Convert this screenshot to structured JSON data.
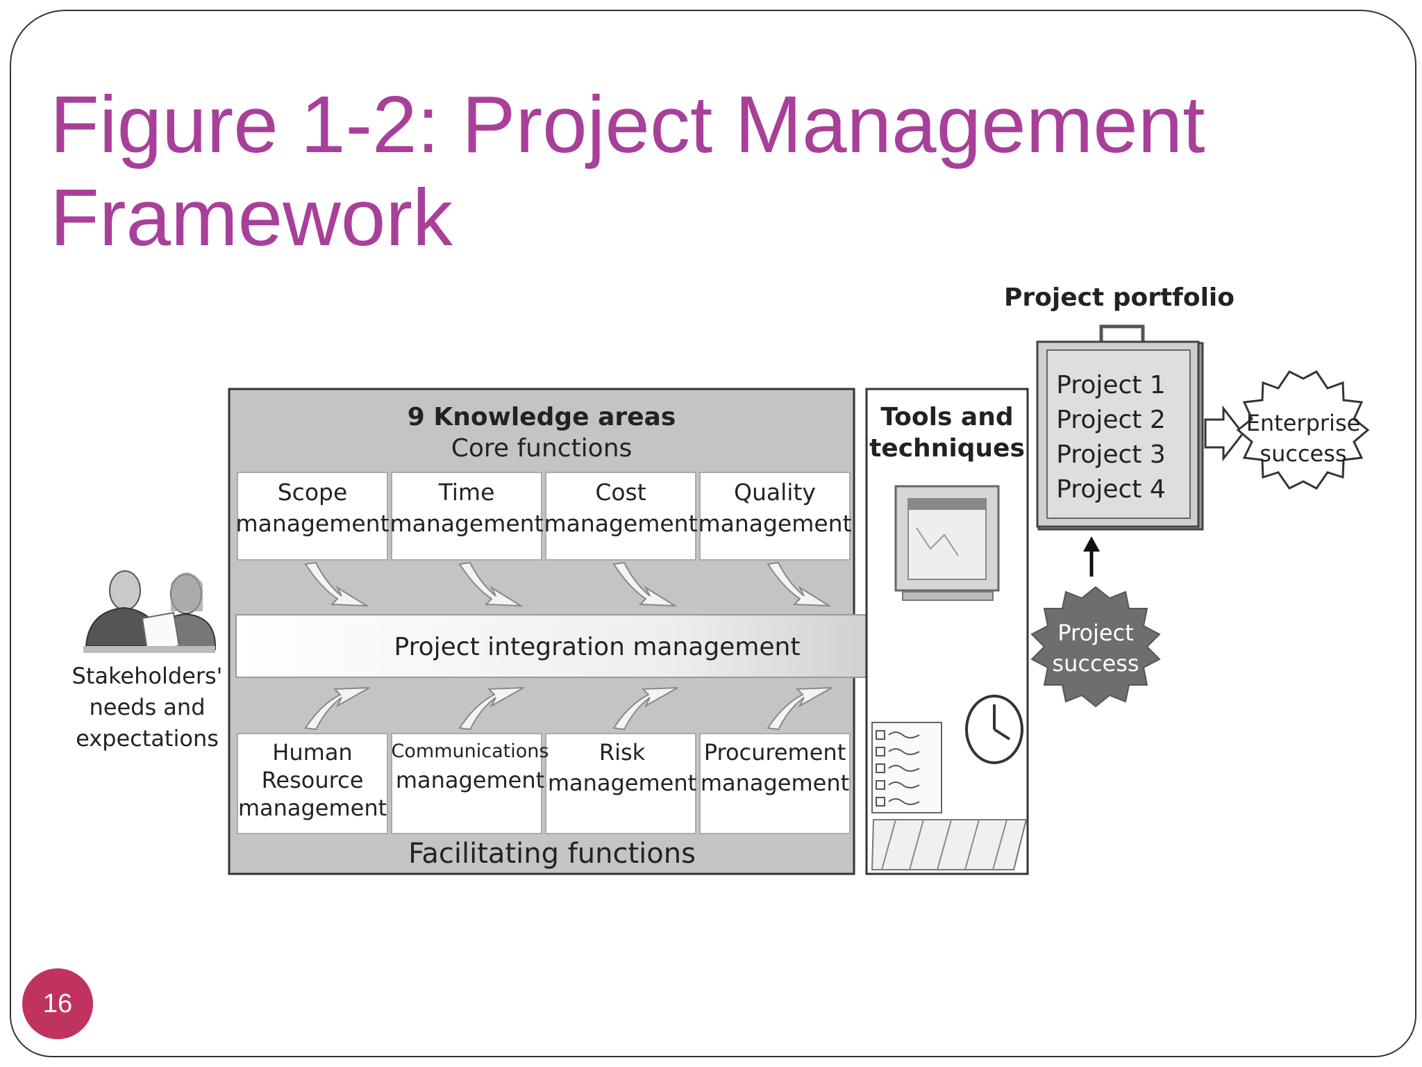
{
  "slide": {
    "title": "Figure 1-2: Project Management Framework",
    "page_number": "16"
  },
  "diagram": {
    "stakeholders": {
      "label_lines": [
        "Stakeholders'",
        "needs and",
        "expectations"
      ]
    },
    "knowledge_areas": {
      "heading": "9 Knowledge areas",
      "subheading": "Core functions",
      "core": [
        {
          "lines": [
            "Scope",
            "management"
          ]
        },
        {
          "lines": [
            "Time",
            "management"
          ]
        },
        {
          "lines": [
            "Cost",
            "management"
          ]
        },
        {
          "lines": [
            "Quality",
            "management"
          ]
        }
      ],
      "integration": "Project integration management",
      "facilitating": [
        {
          "lines": [
            "Human",
            "Resource",
            "management"
          ]
        },
        {
          "lines": [
            "Communications",
            "management"
          ]
        },
        {
          "lines": [
            "Risk",
            "management"
          ]
        },
        {
          "lines": [
            "Procurement",
            "management"
          ]
        }
      ],
      "footer": "Facilitating functions"
    },
    "tools": {
      "lines": [
        "Tools and",
        "techniques"
      ]
    },
    "portfolio": {
      "heading": "Project portfolio",
      "projects": [
        "Project 1",
        "Project 2",
        "Project 3",
        "Project 4"
      ]
    },
    "project_success": [
      "Project",
      "success"
    ],
    "enterprise_success": [
      "Enterprise",
      "success"
    ]
  }
}
